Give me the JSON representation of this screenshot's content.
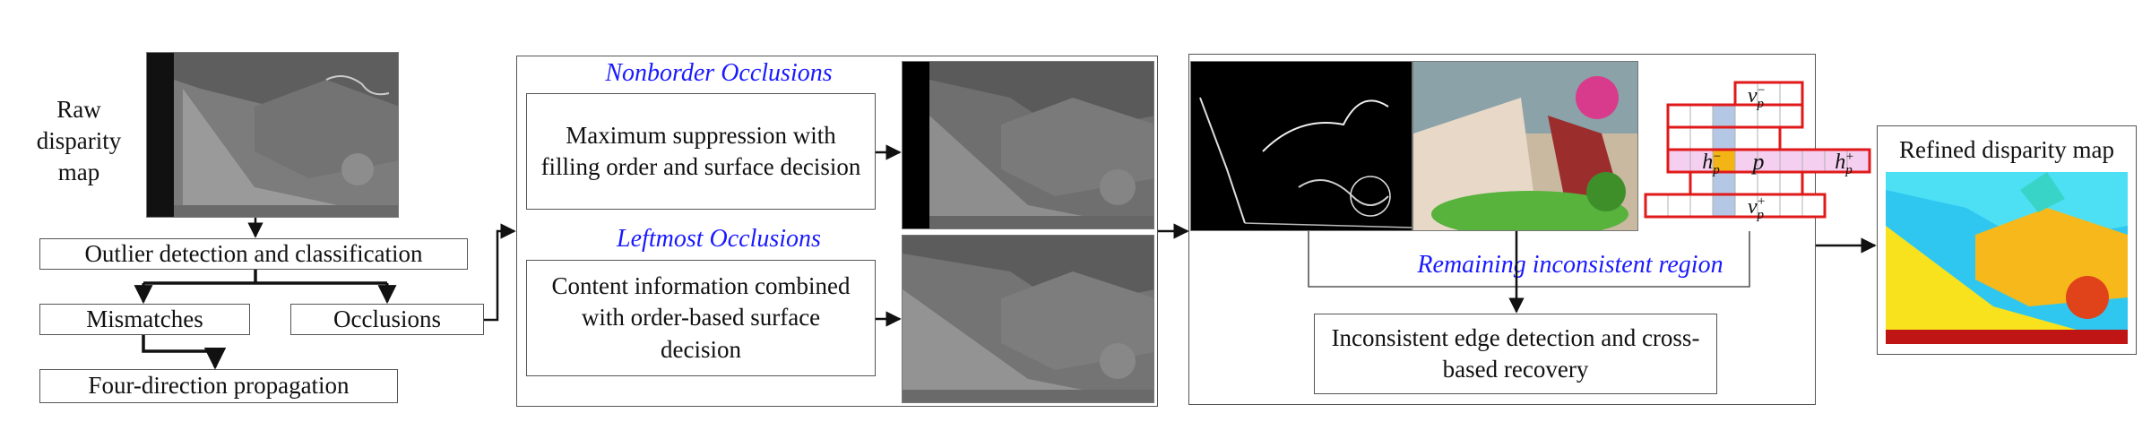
{
  "labels": {
    "raw_disparity": "Raw disparity map",
    "outlier_detection": "Outlier detection and classification",
    "mismatches": "Mismatches",
    "occlusions": "Occlusions",
    "four_direction": "Four-direction propagation",
    "nonborder_title": "Nonborder Occlusions",
    "max_suppression": "Maximum suppression with filling order and surface decision",
    "leftmost_title": "Leftmost Occlusions",
    "content_info": "Content information combined with order-based surface decision",
    "remaining_region": "Remaining inconsistent region",
    "inconsistent_edge": "Inconsistent edge detection and cross-based recovery",
    "refined_title": "Refined disparity map"
  },
  "cross_grid": {
    "v_minus": "v",
    "v_minus_sub": "p",
    "v_minus_sup": "−",
    "v_plus": "v",
    "v_plus_sub": "p",
    "v_plus_sup": "+",
    "h_minus": "h",
    "h_minus_sub": "p",
    "h_minus_sup": "−",
    "h_plus": "h",
    "h_plus_sub": "p",
    "h_plus_sup": "+",
    "center": "p"
  },
  "colors": {
    "title_blue": "#1a1aff",
    "border": "#555555",
    "grid_red": "#e01a1a",
    "grid_blue": "#b4c8e6",
    "grid_pink": "#f5cff0",
    "grid_center": "#f2b515"
  }
}
